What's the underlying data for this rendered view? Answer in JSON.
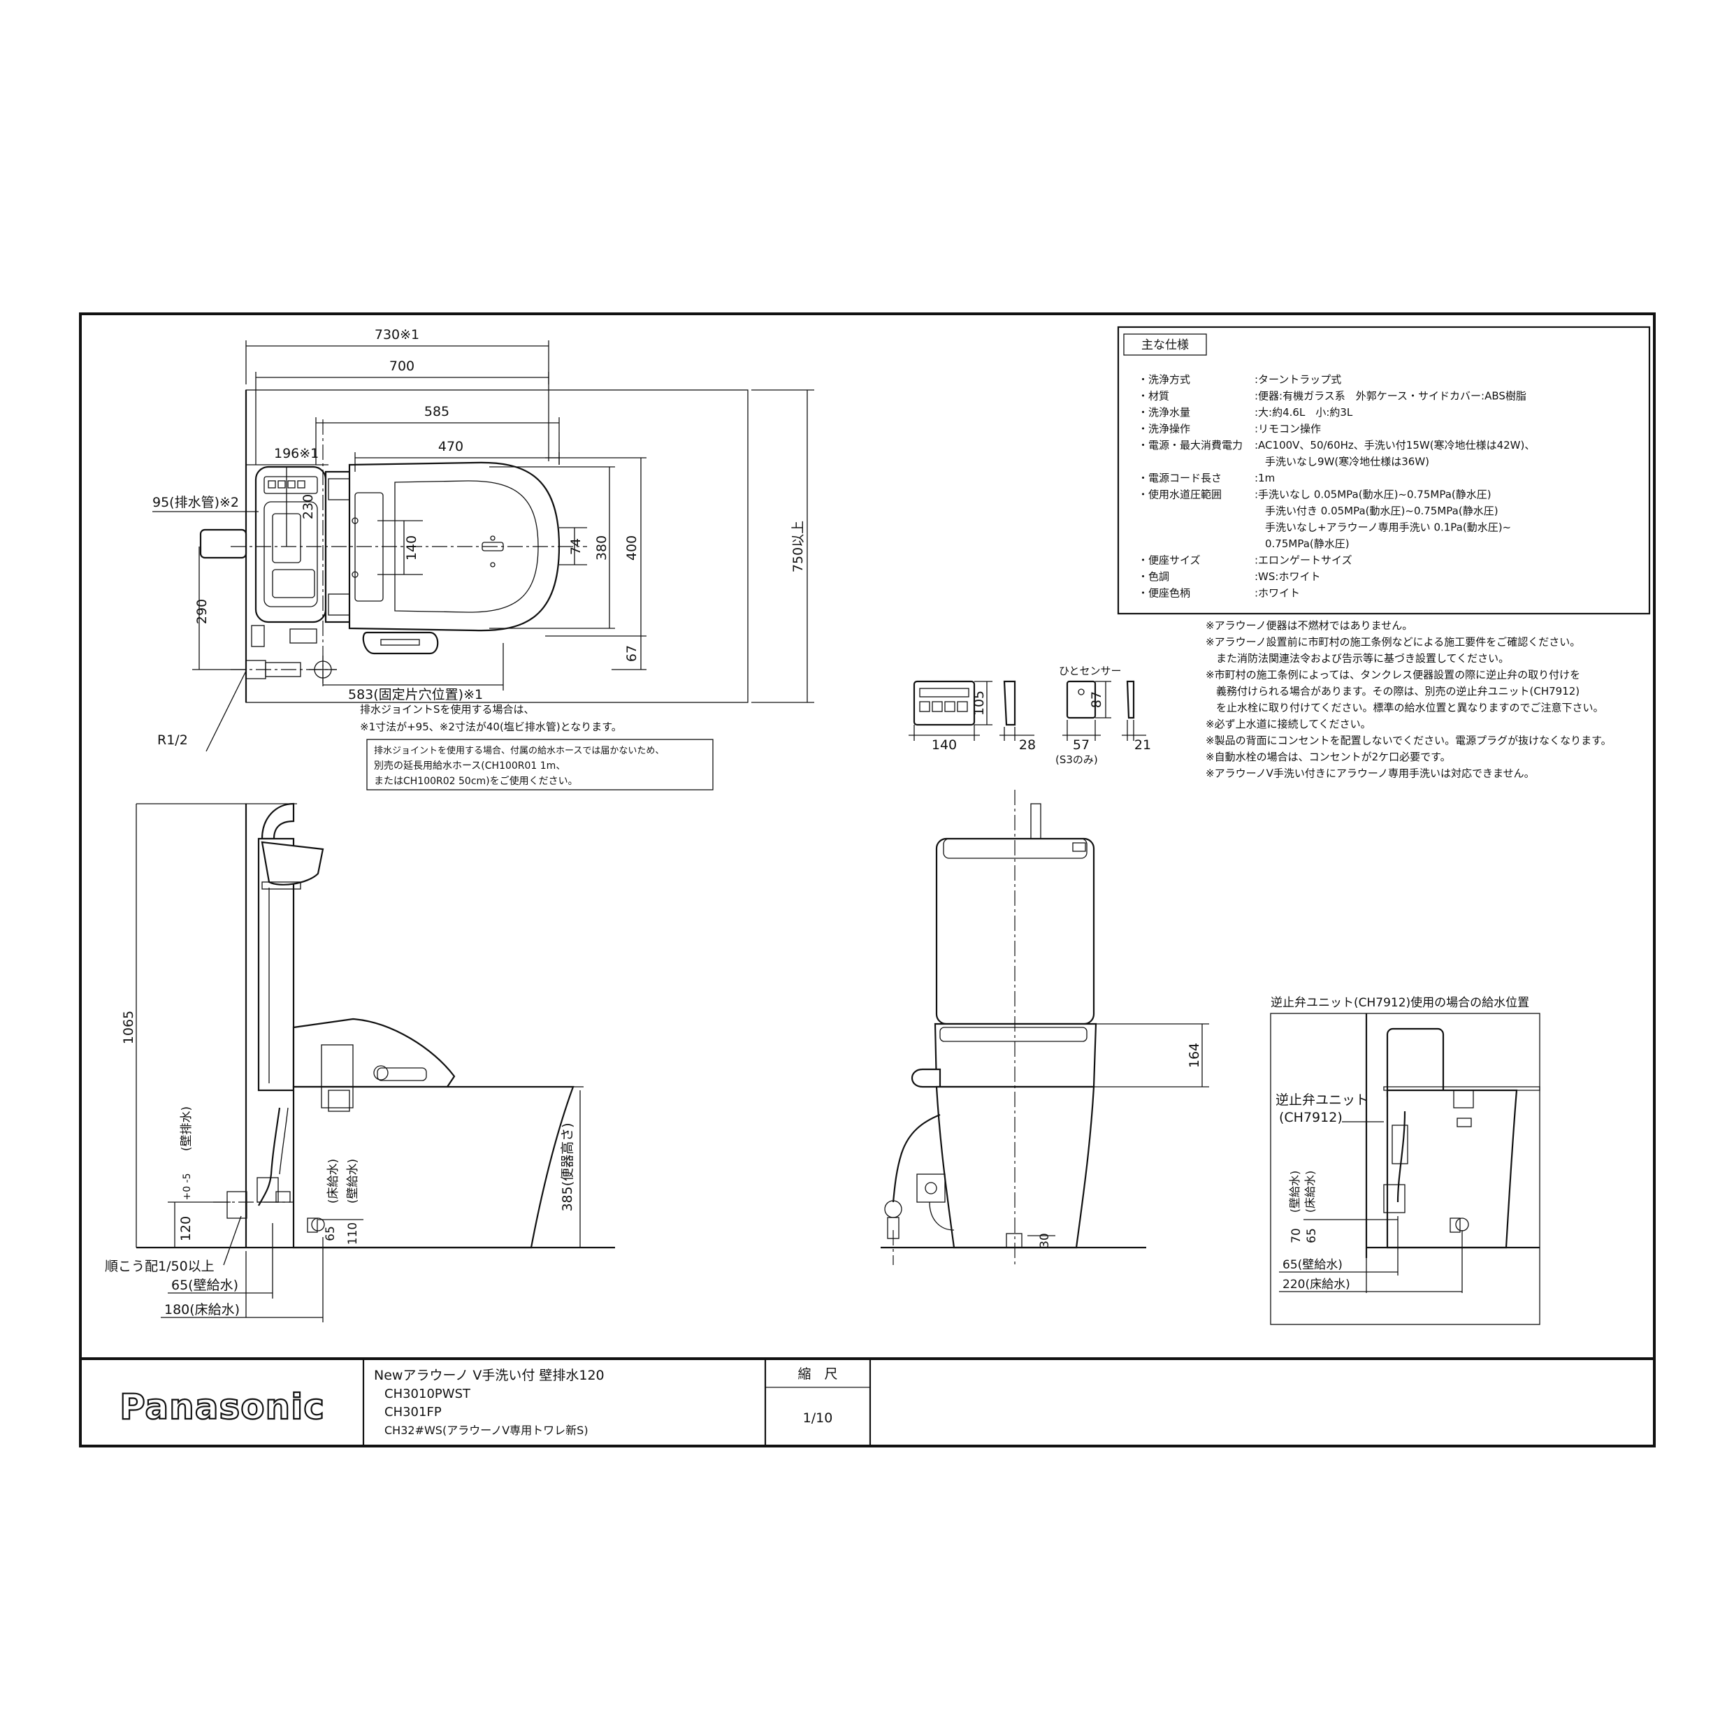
{
  "plan_view": {
    "dims": {
      "d730": "730※1",
      "d700": "700",
      "d585": "585",
      "d470": "470",
      "d196": "196※1",
      "d95": "95(排水管)※2",
      "d230": "230",
      "d140": "140",
      "d74": "74",
      "d380": "380",
      "d400": "400",
      "d290": "290",
      "d67": "67",
      "d583": "583(固定片穴位置)※1",
      "d750": "750以上",
      "r12": "R1/2"
    },
    "notes": {
      "line1": "排水ジョイントSを使用する場合は、",
      "line2": "※1寸法が+95、※2寸法が40(塩ビ排水管)となります。"
    },
    "box_note": {
      "line1": "排水ジョイントを使用する場合、付属の給水ホースでは届かないため、",
      "line2": "別売の延長用給水ホース(CH100R01 1m、",
      "line3": "またはCH100R02 50cm)をご使用ください。"
    }
  },
  "remote": {
    "d105": "105",
    "d140": "140",
    "d28": "28"
  },
  "sensor": {
    "title": "ひとセンサー",
    "d87": "87",
    "d57": "57",
    "d21": "21",
    "s3": "(S3のみ)"
  },
  "spec_table": {
    "title": "主な仕様",
    "rows": [
      {
        "label": "・洗浄方式",
        "value": ":ターントラップ式"
      },
      {
        "label": "・材質",
        "value": ":便器:有機ガラス系　外郭ケース・サイドカバー:ABS樹脂"
      },
      {
        "label": "・洗浄水量",
        "value": ":大:約4.6L　小:約3L"
      },
      {
        "label": "・洗浄操作",
        "value": ":リモコン操作"
      },
      {
        "label": "・電源・最大消費電力",
        "value": ":AC100V、50/60Hz、手洗い付15W(寒冷地仕様は42W)、"
      },
      {
        "label": "",
        "value": "　手洗いなし9W(寒冷地仕様は36W)"
      },
      {
        "label": "・電源コード長さ",
        "value": ":1m"
      },
      {
        "label": "・使用水道圧範囲",
        "value": ":手洗いなし 0.05MPa(動水圧)~0.75MPa(静水圧)"
      },
      {
        "label": "",
        "value": "　手洗い付き 0.05MPa(動水圧)~0.75MPa(静水圧)"
      },
      {
        "label": "",
        "value": "　手洗いなし+アラウーノ専用手洗い 0.1Pa(動水圧)~"
      },
      {
        "label": "",
        "value": "　0.75MPa(静水圧)"
      },
      {
        "label": "・便座サイズ",
        "value": ":エロンゲートサイズ"
      },
      {
        "label": "・色調",
        "value": ":WS:ホワイト"
      },
      {
        "label": "・便座色柄",
        "value": ":ホワイト"
      }
    ]
  },
  "remarks": [
    "※アラウーノ便器は不燃材ではありません。",
    "※アラウーノ設置前に市町村の施工条例などによる施工要件をご確認ください。",
    "　また消防法関連法令および告示等に基づき設置してください。",
    "※市町村の施工条例によっては、タンクレス便器設置の際に逆止弁の取り付けを",
    "　義務付けられる場合があります。その際は、別売の逆止弁ユニット(CH7912)",
    "　を止水栓に取り付けてください。標準の給水位置と異なりますのでご注意下さい。",
    "※必ず上水道に接続してください。",
    "※製品の背面にコンセントを配置しないでください。電源プラグが抜けなくなります。",
    "※自動水栓の場合は、コンセントが2ケ口必要です。",
    "※アラウーノV手洗い付きにアラウーノ専用手洗いは対応できません。"
  ],
  "side_view": {
    "d1065": "1065",
    "d120": "120",
    "d5": "+0\n-5",
    "wall_drain": "(壁排水)",
    "floor_supply": "(床給水)",
    "wall_supply": "(壁給水)",
    "d110": "110",
    "d65v": "65",
    "d385": "385(便器高さ)",
    "slope": "順こう配1/50以上",
    "d65": "65(壁給水)",
    "d180": "180(床給水)"
  },
  "front_view": {
    "d164": "164",
    "d30": "30"
  },
  "check_valve": {
    "title": "逆止弁ユニット(CH7912)使用の場合の給水位置",
    "unit_label": "逆止弁ユニット",
    "unit_code": "(CH7912)",
    "wall_supply": "(壁給水)",
    "floor_supply": "(床給水)",
    "d70": "70",
    "d65v": "65",
    "d65": "65(壁給水)",
    "d220": "220(床給水)"
  },
  "title_block": {
    "brand": "Panasonic",
    "line1": "Newアラウーノ V手洗い付 壁排水120",
    "line2": "CH3010PWST",
    "line3": "CH301FP",
    "line4": "CH32#WS(アラウーノV専用トワレ新S)",
    "scale_label": "縮　尺",
    "scale_value": "1/10"
  }
}
